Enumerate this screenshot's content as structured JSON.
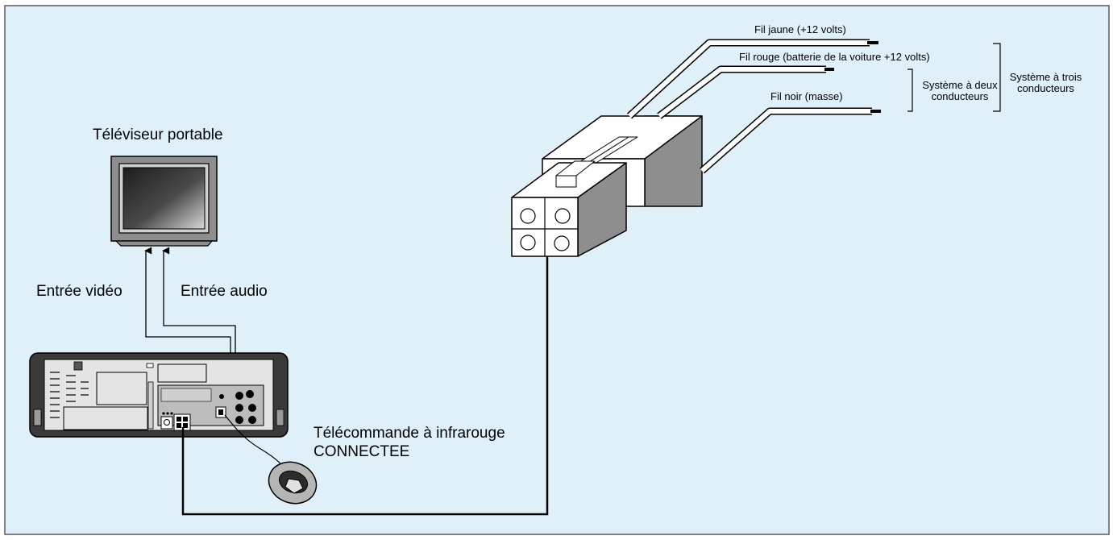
{
  "colors": {
    "background": "#dff0f9",
    "frame": "#5a5a5a",
    "line": "#000000",
    "body_gray": "#8e8e8e",
    "panel_light": "#e4e4e4",
    "screen_dark": "#2b2b2b"
  },
  "labels": {
    "tv": "Téléviseur portable",
    "video_in": "Entrée vidéo",
    "audio_in": "Entrée audio",
    "remote_line1": "Télécommande à infrarouge",
    "remote_line2": "CONNECTEE",
    "wire_yellow": "Fil jaune (+12 volts)",
    "wire_red": "Fil rouge (batterie de la voiture +12 volts)",
    "wire_black": "Fil noir (masse)",
    "two_wire_line1": "Système à deux",
    "two_wire_line2": "conducteurs",
    "three_wire_line1": "Système à trois",
    "three_wire_line2": "conducteurs"
  },
  "icons": [
    "portable-tv-icon",
    "vcr-rear-panel-icon",
    "ir-remote-sensor-icon",
    "cigarette-lighter-adapter-icon"
  ]
}
